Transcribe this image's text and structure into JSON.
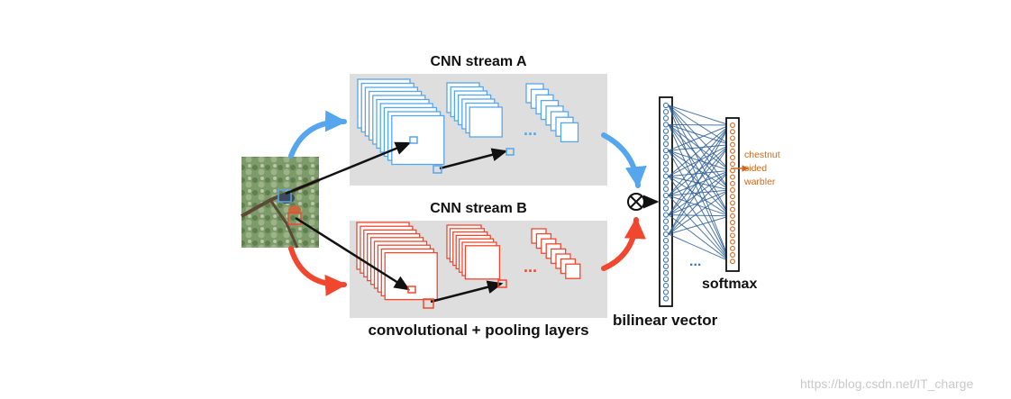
{
  "diagram": {
    "stream_a_title": "CNN stream A",
    "stream_b_title": "CNN stream B",
    "conv_caption": "convolutional + pooling layers",
    "bilinear_caption": "bilinear vector",
    "softmax_caption": "softmax",
    "ellipsis": "...",
    "class_label_line1": "chestnut",
    "class_label_line2": "sided",
    "class_label_line3": "warbler",
    "operator_symbol": "⊗"
  },
  "colors": {
    "stream_a": "#55a6ee",
    "stream_b": "#f2472f",
    "vector": "#3a78b8",
    "softmax_nodes": "#d2691e",
    "panel_bg": "#dedede",
    "connection_lines": "#2f5f96"
  },
  "watermark": "https://blog.csdn.net/IT_charge"
}
